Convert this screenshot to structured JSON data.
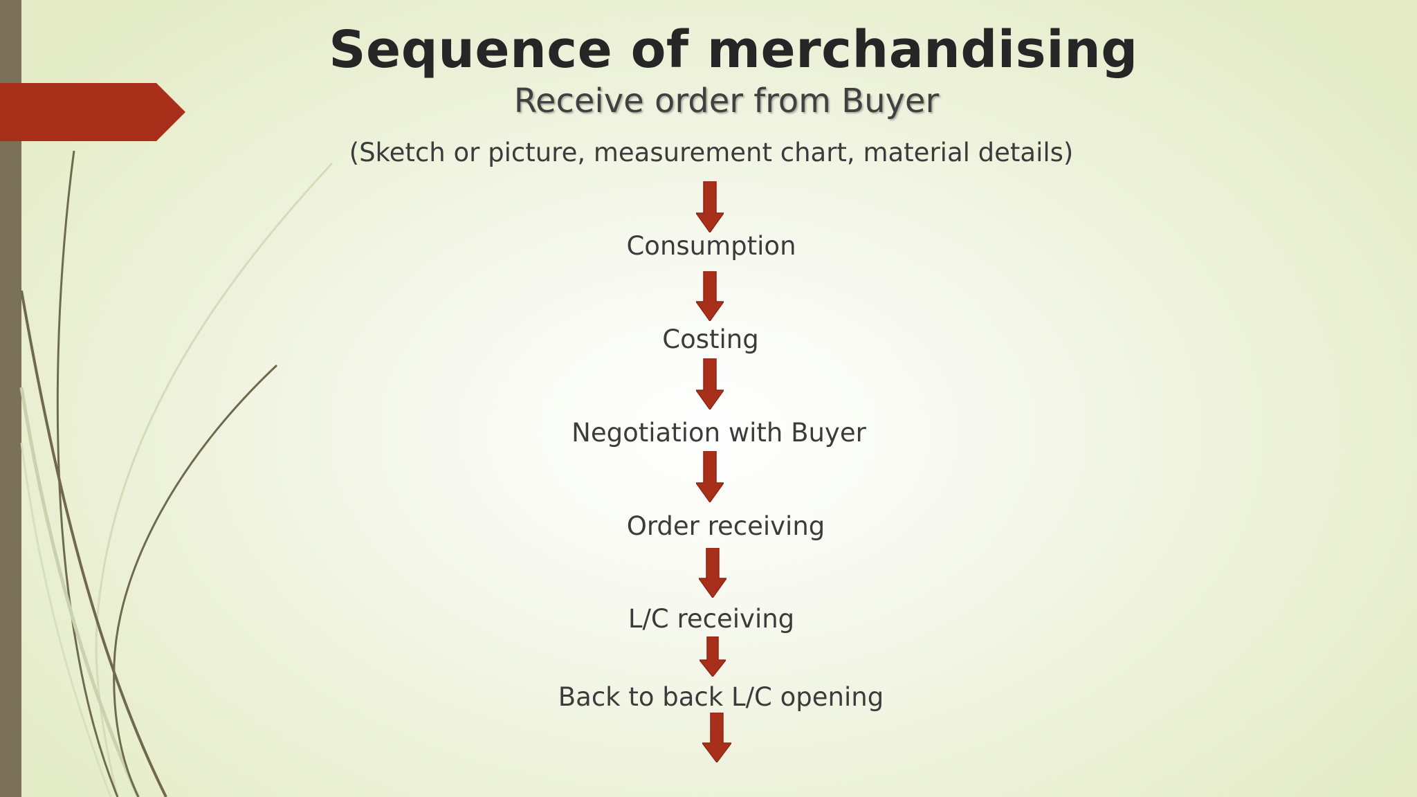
{
  "slide": {
    "title": "Sequence of merchandising",
    "subtitle": "Receive order from Buyer",
    "note": "(Sketch or picture, measurement chart, material details)"
  },
  "flow": {
    "steps": [
      "Consumption",
      "Costing",
      "Negotiation with Buyer",
      "Order receiving",
      "L/C receiving",
      "Back to back L/C opening"
    ]
  },
  "colors": {
    "accent": "#a8301a",
    "arrow_dark": "#8e2614",
    "left_bar": "#7a7158",
    "decor_stroke": "#6f6a4e",
    "decor_light": "#cbd0ad"
  },
  "icons": {
    "flow_arrow": "down-arrow-icon"
  }
}
